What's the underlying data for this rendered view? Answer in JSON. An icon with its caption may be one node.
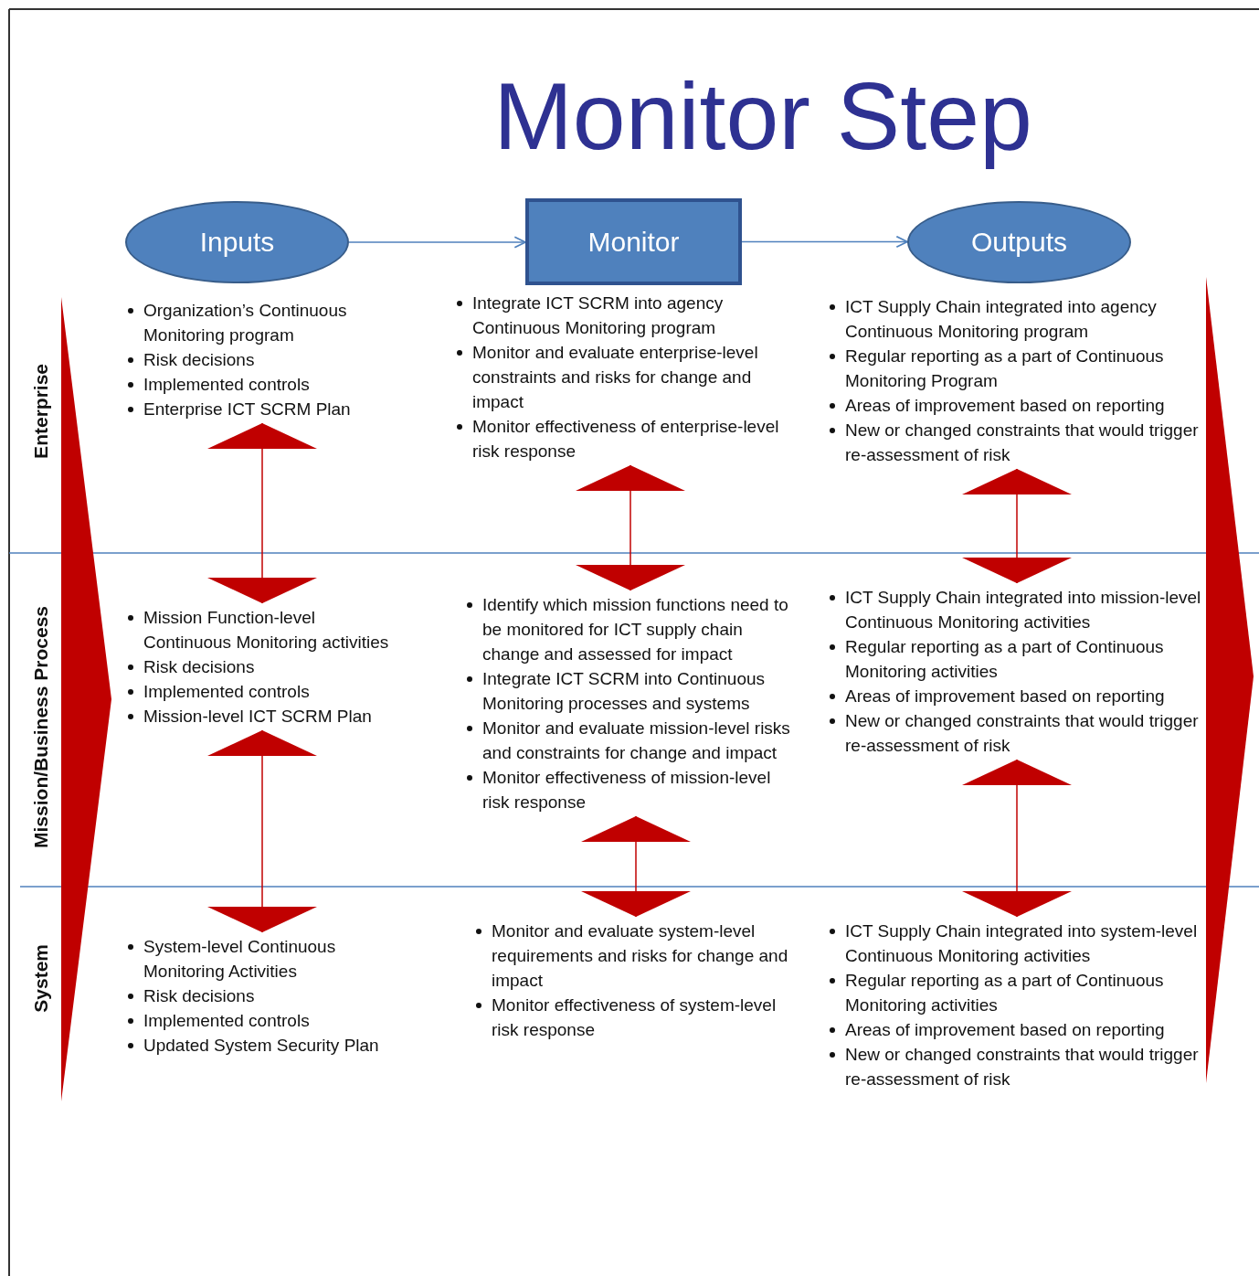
{
  "diagram": {
    "title": "Monitor Step",
    "nodes": [
      {
        "text": [
          "Inputs"
        ]
      },
      {
        "text": [
          "Monitor"
        ]
      },
      {
        "text": [
          "Outputs"
        ]
      },
      {
        "text": [
          "Organization’s Continuous Monitoring program",
          "Risk decisions",
          "Implemented controls",
          "Enterprise ICT SCRM Plan"
        ]
      },
      {
        "text": [
          "Integrate ICT SCRM into agency Continuous Monitoring program",
          "Monitor and evaluate enterprise-level constraints and risks for change and impact",
          "Monitor effectiveness of enterprise-level risk response"
        ]
      },
      {
        "text": [
          "ICT Supply Chain integrated into agency Continuous Monitoring program",
          "Regular reporting as a part of Continuous Monitoring Program",
          "Areas of improvement based on reporting",
          "New or changed constraints that would trigger re-assessment of risk"
        ]
      },
      {
        "text": [
          "Mission Function-level Continuous Monitoring activities",
          "Risk decisions",
          "Implemented controls",
          "Mission-level ICT SCRM Plan"
        ]
      },
      {
        "text": [
          "Identify which mission functions need to be monitored for ICT supply chain change and assessed for impact",
          "Integrate ICT SCRM into Continuous Monitoring processes and systems",
          "Monitor and evaluate mission-level risks and constraints for change and impact",
          "Monitor effectiveness of mission-level risk response"
        ]
      },
      {
        "text": [
          "ICT Supply Chain integrated into mission-level Continuous Monitoring activities",
          "Regular reporting as a part of Continuous Monitoring activities",
          "Areas of improvement based on reporting",
          "New or changed constraints that would trigger re-assessment of risk"
        ]
      },
      {
        "text": [
          "System-level Continuous Monitoring Activities",
          "Risk decisions",
          "Implemented controls",
          "Updated System Security Plan"
        ]
      },
      {
        "text": [
          "Monitor and evaluate system-level requirements and risks for change and impact",
          "Monitor effectiveness of system-level risk response"
        ]
      },
      {
        "text": [
          "ICT Supply Chain integrated into system-level Continuous Monitoring activities",
          "Regular reporting as a part of Continuous Monitoring activities",
          "Areas of improvement based on reporting",
          "New or changed constraints that would trigger re-assessment of risk"
        ]
      }
    ],
    "edges": [
      {
        "from": 0,
        "to": 1,
        "arrow": "to",
        "color": "#4f81bd"
      },
      {
        "from": 1,
        "to": 2,
        "arrow": "to",
        "color": "#4f81bd"
      },
      {
        "from": 3,
        "to": 6,
        "arrow": "both"
      },
      {
        "from": 6,
        "to": 9,
        "arrow": "both"
      },
      {
        "from": 4,
        "to": 7,
        "arrow": "both"
      },
      {
        "from": 7,
        "to": 10,
        "arrow": "both"
      },
      {
        "from": 5,
        "to": 8,
        "arrow": "both"
      },
      {
        "from": 8,
        "to": 11,
        "arrow": "both"
      }
    ],
    "labels": [
      "Enterprise",
      "Mission/Business Process",
      "System"
    ]
  }
}
